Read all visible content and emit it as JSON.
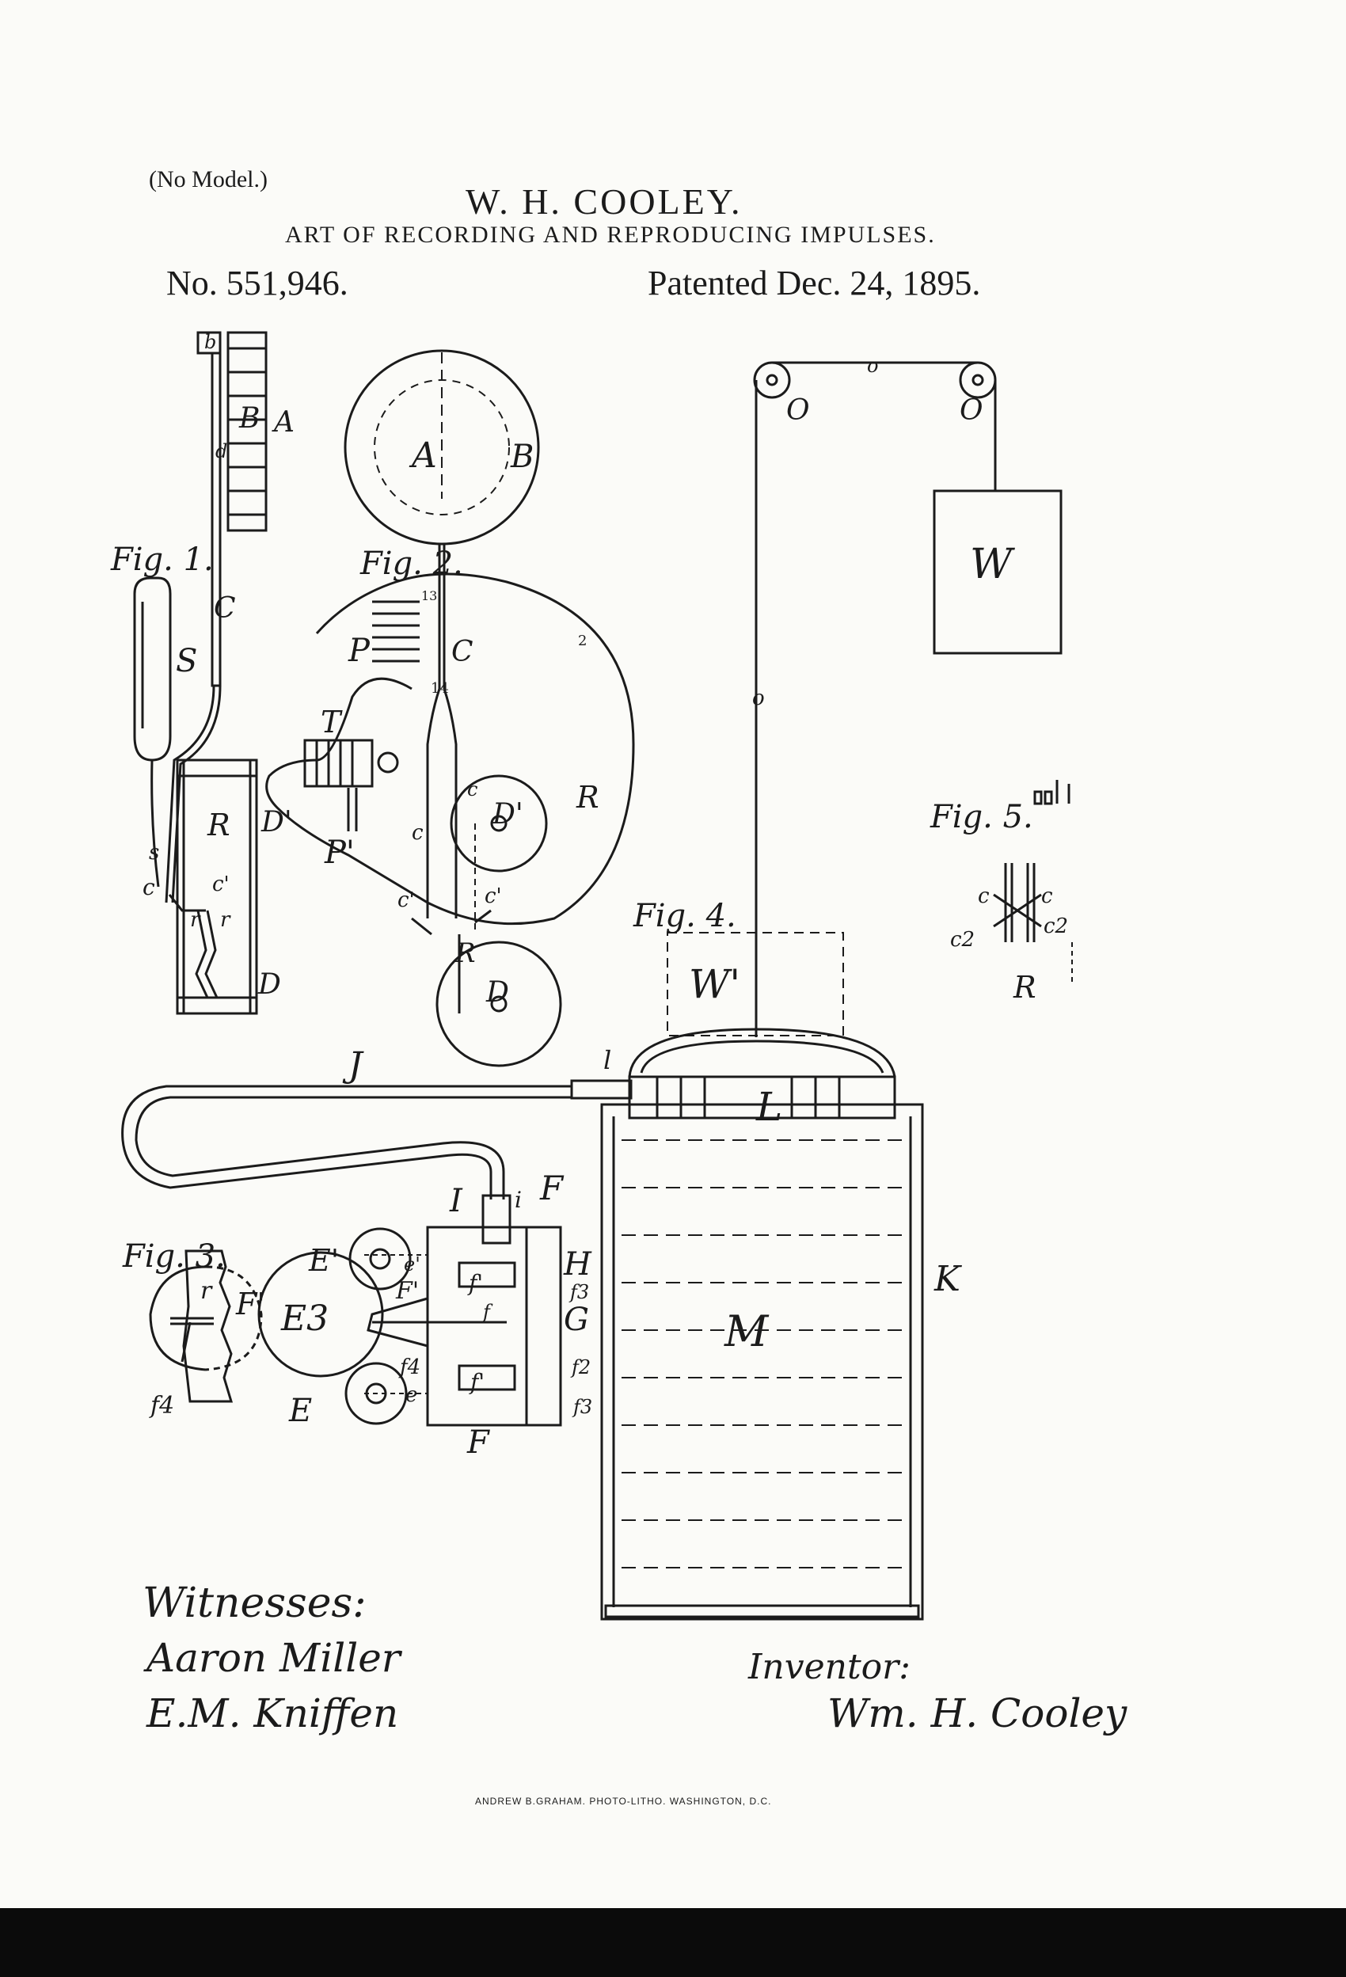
{
  "header": {
    "model_note": "(No Model.)",
    "inventor": "W. H. COOLEY.",
    "title": "ART OF RECORDING AND REPRODUCING IMPULSES.",
    "patent_number": "No. 551,946.",
    "patent_date": "Patented Dec. 24, 1895."
  },
  "figures": {
    "fig1": {
      "label": "Fig. 1.",
      "parts": [
        "A",
        "B",
        "b",
        "d",
        "C",
        "S",
        "s",
        "c",
        "c'",
        "R",
        "D'",
        "D",
        "r",
        "r"
      ]
    },
    "fig2": {
      "label": "Fig. 2.",
      "parts": [
        "A",
        "B",
        "C",
        "P",
        "T",
        "P'",
        "c",
        "c",
        "c'",
        "c'",
        "D'",
        "R",
        "D",
        "13",
        "14",
        "2"
      ]
    },
    "fig3": {
      "label": "Fig. 3.",
      "parts": [
        "r",
        "F'",
        "f4"
      ]
    },
    "fig4": {
      "label": "Fig. 4.",
      "parts": [
        "O",
        "O",
        "O",
        "o",
        "W",
        "W'",
        "J",
        "l",
        "L",
        "I",
        "i",
        "F",
        "H",
        "E'",
        "e'",
        "E3",
        "E",
        "e",
        "f'",
        "f3",
        "f2",
        "G",
        "f4",
        "F'",
        "f",
        "K",
        "M",
        "F"
      ]
    },
    "fig5": {
      "label": "Fig. 5.",
      "parts": [
        "c",
        "c",
        "c2",
        "c2",
        "R"
      ]
    }
  },
  "signatures": {
    "witness_label": "Witnesses:",
    "witness_1": "Aaron Miller",
    "witness_2": "E.M. Kniffen",
    "inventor_label": "Inventor:",
    "inventor_signature": "Wm. H. Cooley"
  },
  "credit": "ANDREW B.GRAHAM. PHOTO-LITHO. WASHINGTON, D.C."
}
